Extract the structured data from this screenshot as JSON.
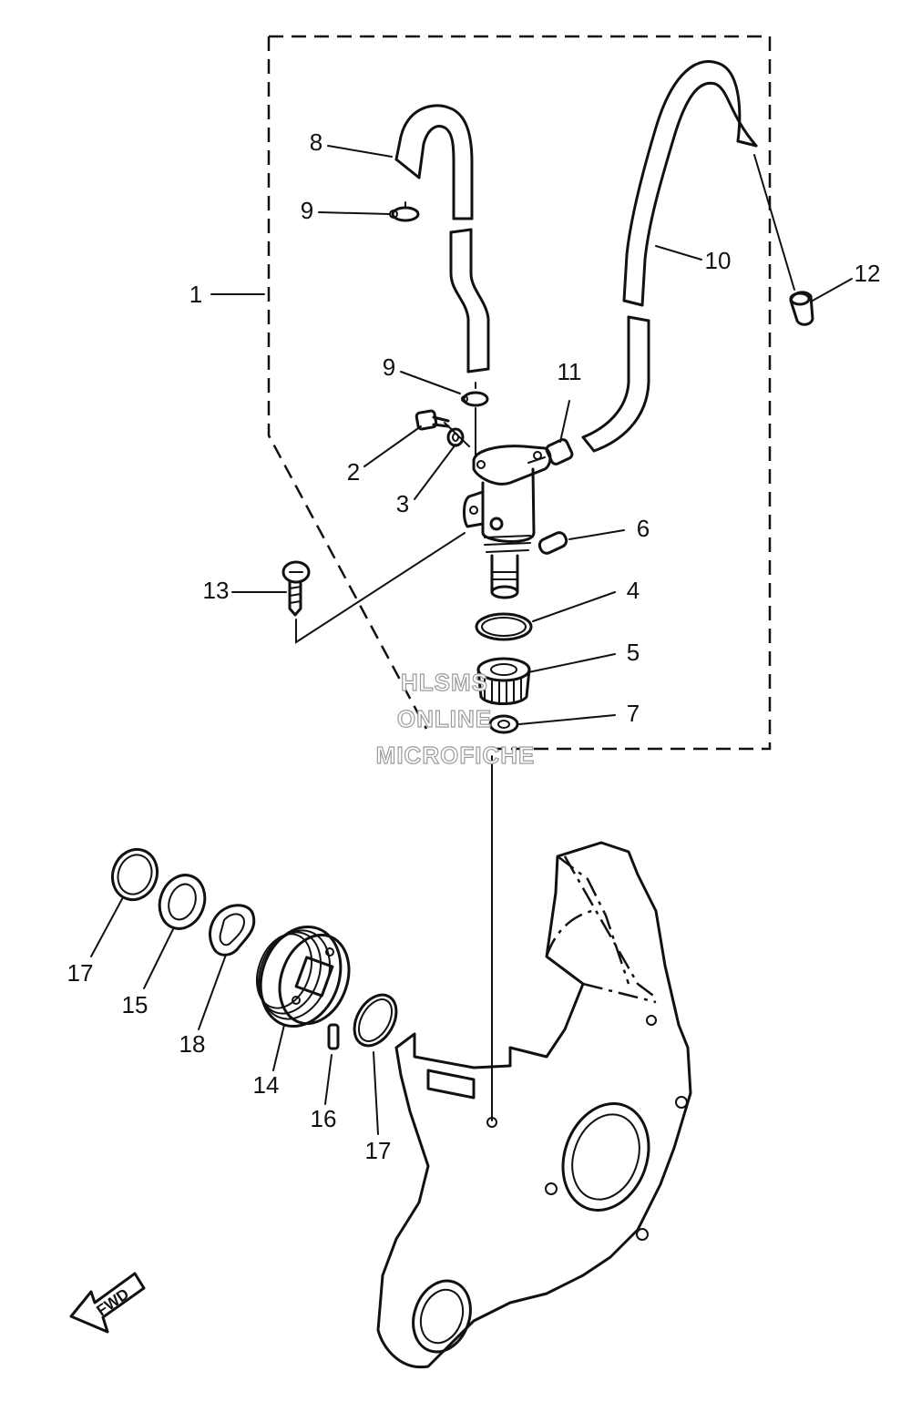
{
  "callouts": {
    "c1": "1",
    "c2": "2",
    "c3": "3",
    "c4": "4",
    "c5": "5",
    "c6": "6",
    "c7": "7",
    "c8": "8",
    "c9a": "9",
    "c9b": "9",
    "c10": "10",
    "c11": "11",
    "c12": "12",
    "c13": "13",
    "c14": "14",
    "c15": "15",
    "c16": "16",
    "c17a": "17",
    "c17b": "17",
    "c18": "18"
  },
  "watermark": {
    "line1": "HLSMS",
    "line2": "ONLINE",
    "line3": "MICROFICHE"
  },
  "direction_arrow": {
    "label": "FWD"
  }
}
